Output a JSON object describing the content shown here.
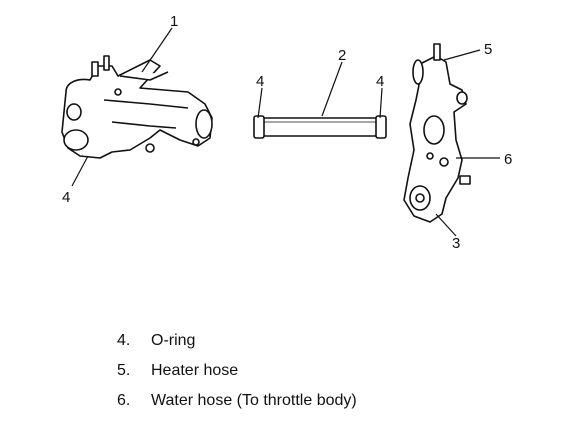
{
  "callouts": {
    "c1": "1",
    "c2": "2",
    "c3": "3",
    "c4a": "4",
    "c4b": "4",
    "c4c": "4",
    "c5": "5",
    "c6": "6"
  },
  "legend": [
    {
      "num": "4.",
      "text": "O-ring"
    },
    {
      "num": "5.",
      "text": "Heater hose"
    },
    {
      "num": "6.",
      "text": "Water hose (To throttle body)"
    }
  ]
}
